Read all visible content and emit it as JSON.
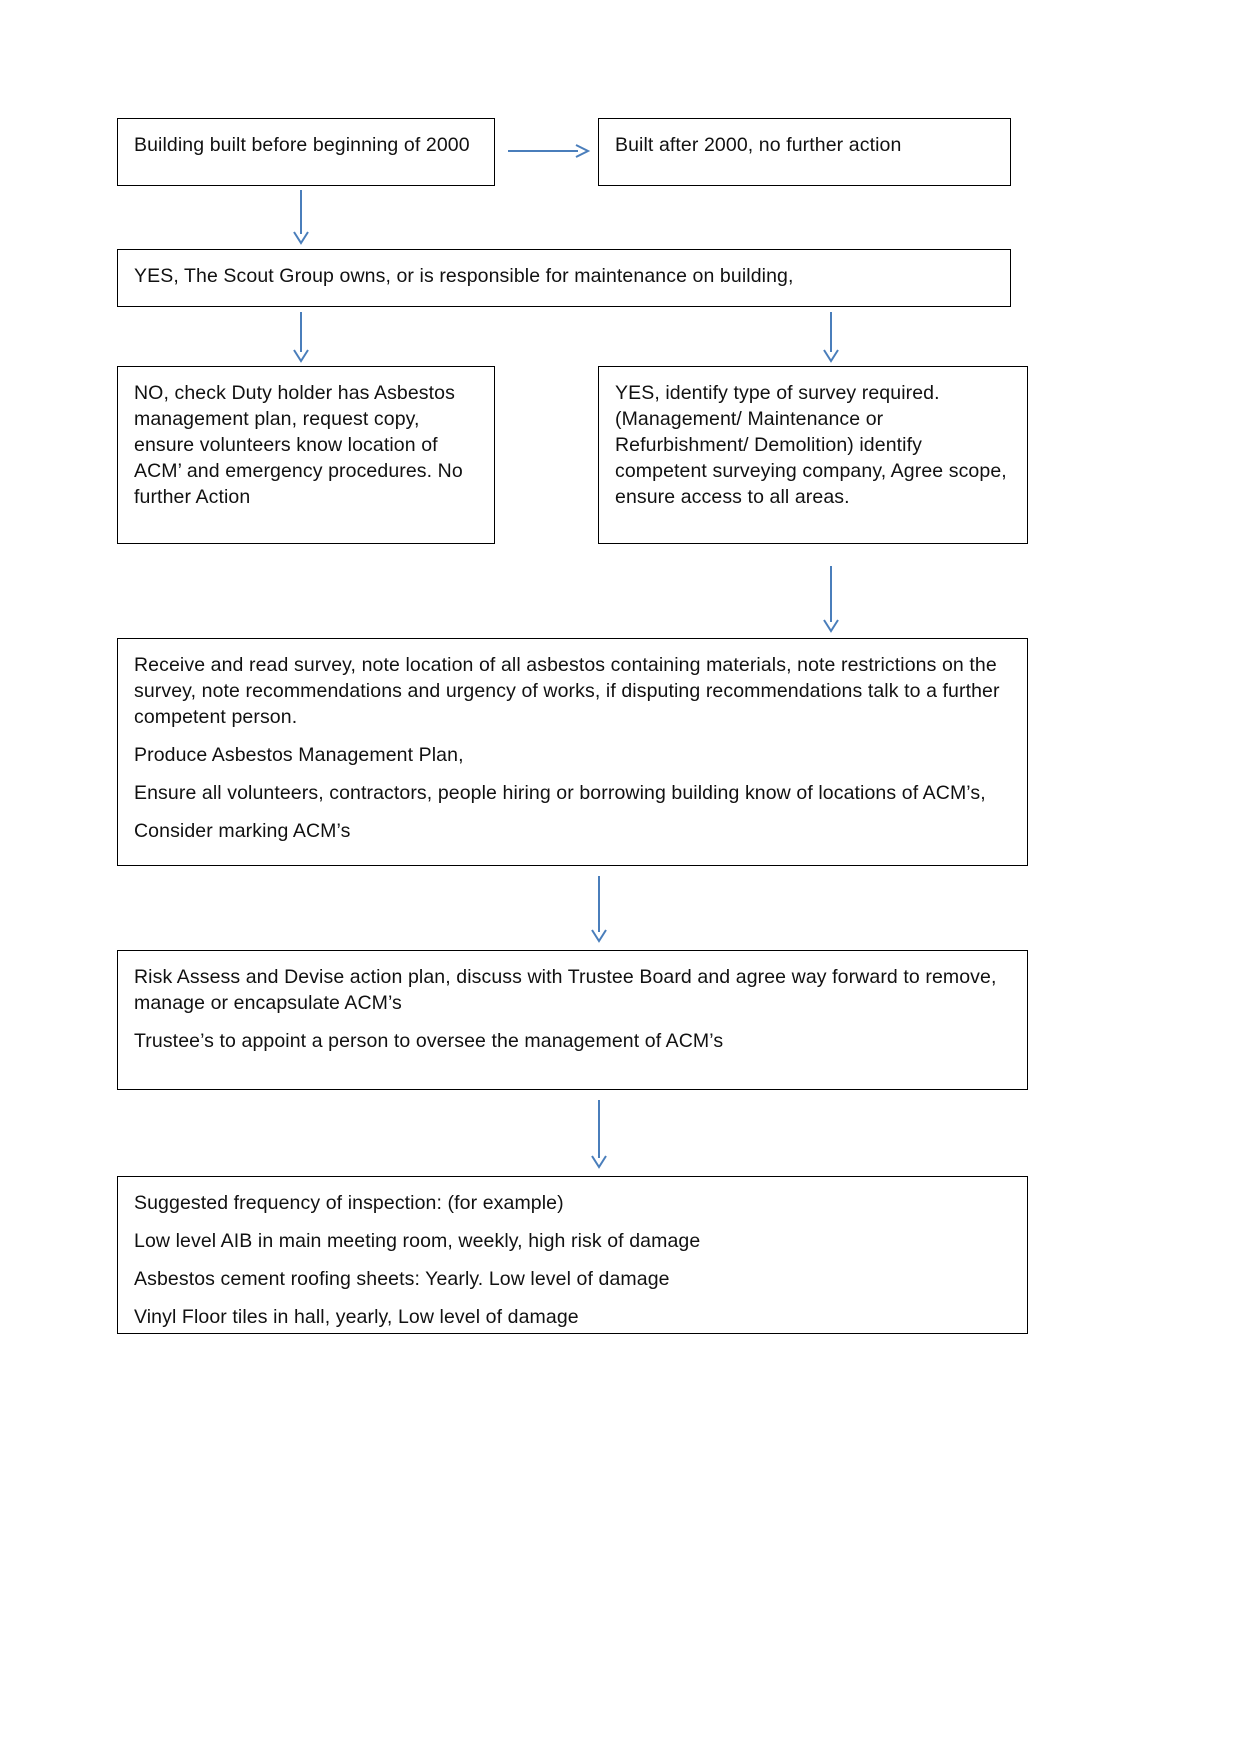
{
  "document": {
    "type": "flowchart",
    "title": "Asbestos management flowchart"
  },
  "theme": {
    "box_border": "#000000",
    "arrow_color": "#4A7EBB",
    "text_color": "#111111",
    "background": "#ffffff"
  },
  "nodes": {
    "before_2000": {
      "text": "Building built before beginning of 2000"
    },
    "after_2000": {
      "text": "Built after 2000, no further action"
    },
    "scout_group_owns": {
      "text": "YES, The Scout Group owns, or is responsible for maintenance on building,"
    },
    "no_duty_holder": {
      "text": "NO, check Duty holder has Asbestos management plan, request copy, ensure volunteers know location of ACM’ and emergency procedures. No further Action"
    },
    "yes_identify_survey": {
      "text": "YES, identify type of survey required. (Management/ Maintenance or Refurbishment/ Demolition) identify competent surveying company, Agree scope, ensure access to all areas."
    },
    "receive_survey": {
      "paragraphs": [
        "Receive and read survey, note location of all asbestos containing materials, note restrictions on the survey, note recommendations and urgency of works, if disputing recommendations talk to a further competent person.",
        "Produce Asbestos Management Plan,",
        "Ensure all volunteers, contractors, people hiring or borrowing building know of locations of ACM’s,",
        "Consider marking ACM’s"
      ]
    },
    "risk_assess": {
      "paragraphs": [
        "Risk Assess and Devise action plan, discuss with Trustee Board and agree way forward to remove, manage or encapsulate ACM’s",
        "Trustee’s to appoint a person to oversee the management of ACM’s"
      ]
    },
    "inspection_frequency": {
      "paragraphs": [
        "Suggested frequency of inspection: (for example)",
        "Low level AIB in main meeting room, weekly, high risk of damage",
        "Asbestos cement roofing sheets: Yearly. Low level of damage",
        "Vinyl Floor tiles in hall, yearly, Low level of damage"
      ]
    }
  },
  "connectors": [
    {
      "name": "before-2000-to-after-2000",
      "direction": "right"
    },
    {
      "name": "before-2000-to-owns",
      "direction": "down"
    },
    {
      "name": "owns-to-no-duty-holder",
      "direction": "down"
    },
    {
      "name": "owns-to-yes-identify-survey",
      "direction": "down"
    },
    {
      "name": "yes-identify-survey-to-receive-survey",
      "direction": "down"
    },
    {
      "name": "receive-survey-to-risk-assess",
      "direction": "down"
    },
    {
      "name": "risk-assess-to-inspection-frequency",
      "direction": "down"
    }
  ]
}
